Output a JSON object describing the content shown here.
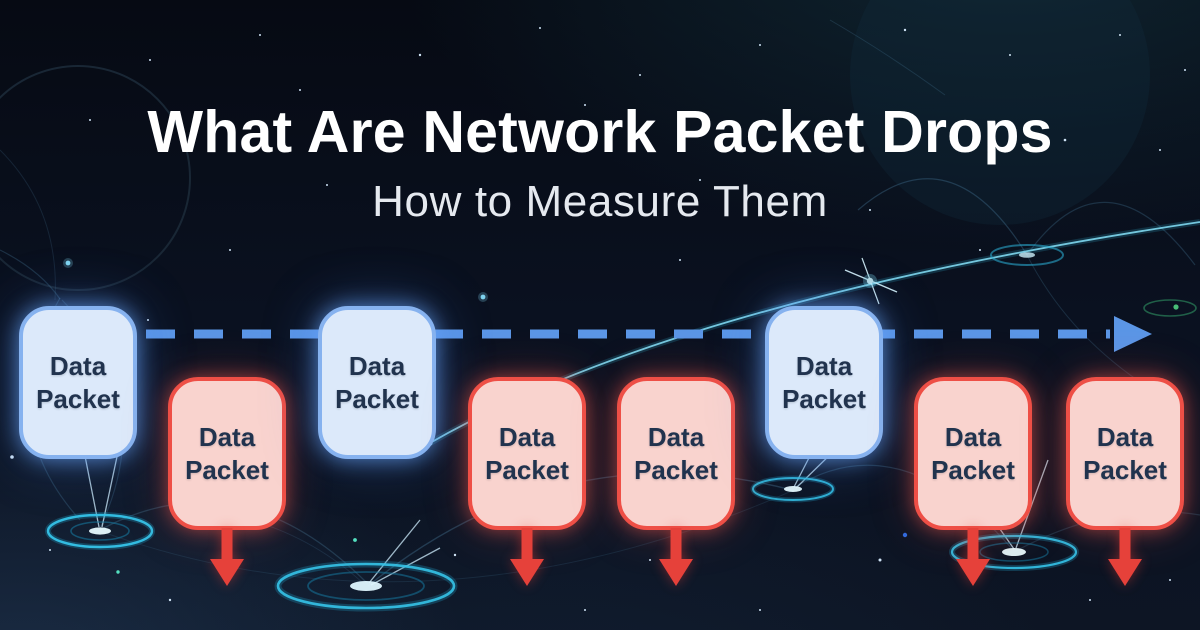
{
  "title": "What Are Network Packet Drops",
  "subtitle": "How to Measure Them",
  "packets": [
    {
      "label": "Data Packet",
      "state": "delivered"
    },
    {
      "label": "Data Packet",
      "state": "dropped"
    },
    {
      "label": "Data Packet",
      "state": "delivered"
    },
    {
      "label": "Data Packet",
      "state": "dropped"
    },
    {
      "label": "Data Packet",
      "state": "dropped"
    },
    {
      "label": "Data Packet",
      "state": "delivered"
    },
    {
      "label": "Data Packet",
      "state": "dropped"
    },
    {
      "label": "Data Packet",
      "state": "dropped"
    }
  ],
  "colors": {
    "title_text": "#ffffff",
    "delivered_fill": "#dce9fa",
    "delivered_border": "#86b2ef",
    "dropped_fill": "#f9d3ce",
    "dropped_border": "#ee4f46",
    "drop_arrow": "#e6413a",
    "flow_line": "#5b96e6",
    "label_text": "#21334e"
  }
}
